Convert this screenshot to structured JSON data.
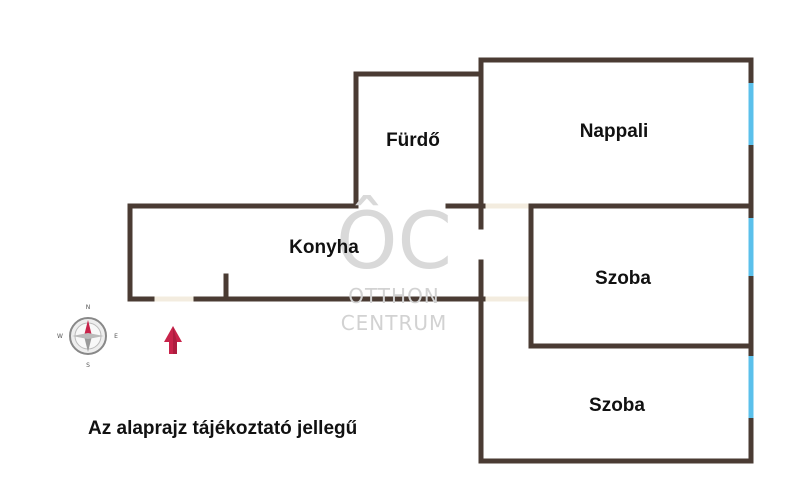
{
  "rooms": {
    "furdo": "Fürdő",
    "nappali": "Nappali",
    "konyha": "Konyha",
    "szoba_1": "Szoba",
    "szoba_2": "Szoba"
  },
  "watermark": {
    "logo": "ÔC",
    "line1": "OTTHON",
    "line2": "CENTRUM"
  },
  "compass": {
    "n": "N",
    "e": "E",
    "s": "S",
    "w": "W"
  },
  "disclaimer": "Az alaprajz tájékoztató jellegű",
  "colors": {
    "wall": "#4a3b33",
    "window": "#5bc0eb",
    "door_gap": "#f3ecdf",
    "entrance_arrow": "#c8234a",
    "watermark": "#d2d2d2"
  }
}
